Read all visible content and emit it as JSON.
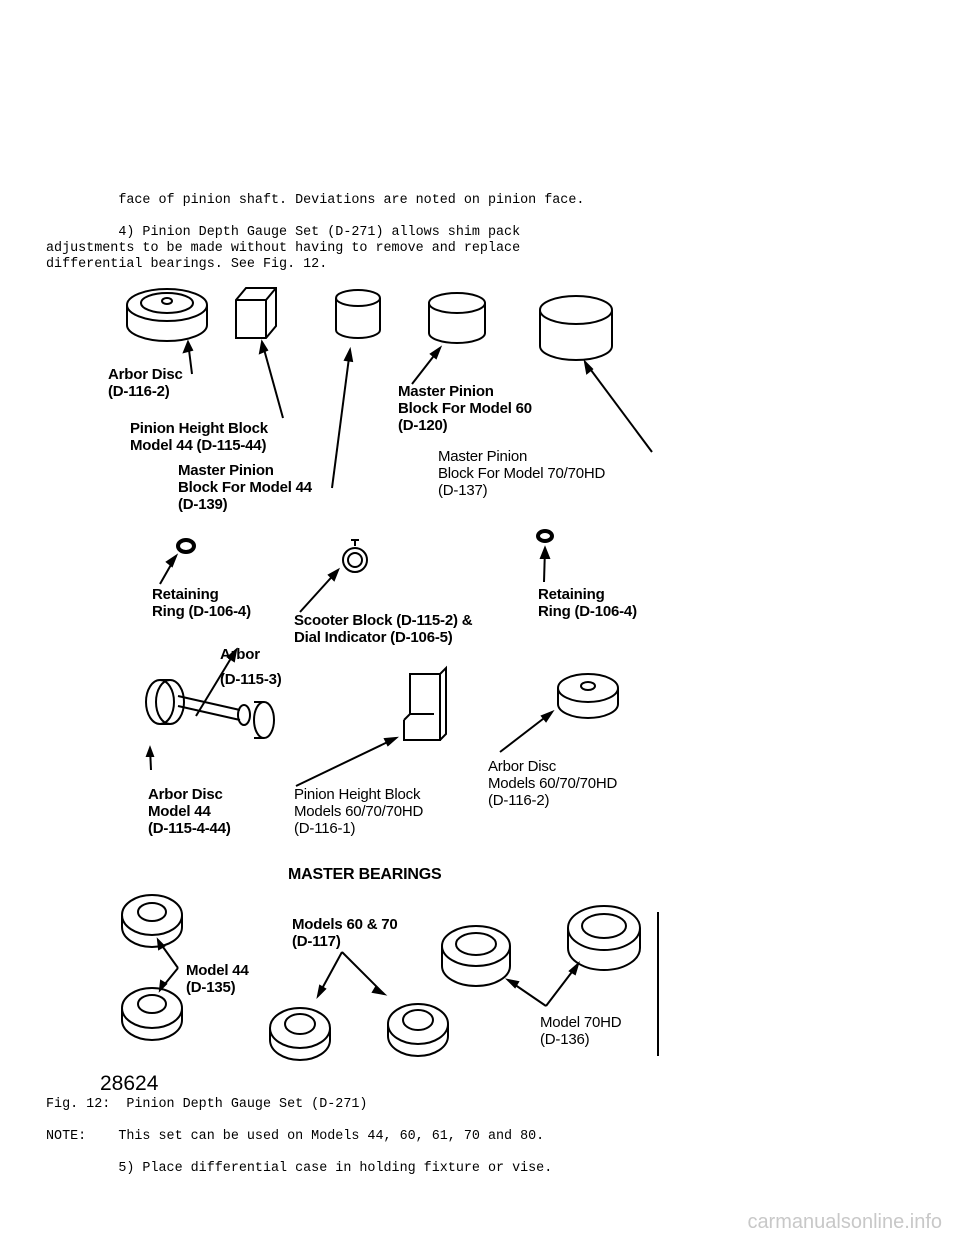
{
  "text": {
    "line1": "         face of pinion shaft. Deviations are noted on pinion face.",
    "line2": "         4) Pinion Depth Gauge Set (D-271) allows shim pack",
    "line3": "adjustments to be made without having to remove and replace",
    "line4": "differential bearings. See Fig. 12.",
    "caption": "Fig. 12:  Pinion Depth Gauge Set (D-271)",
    "note": "NOTE:    This set can be used on Models 44, 60, 61, 70 and 80.",
    "step5": "         5) Place differential case in holding fixture or vise."
  },
  "figure": {
    "labels": {
      "arbor_disc_top_1": "Arbor Disc",
      "arbor_disc_top_2": "(D-116-2)",
      "phb44_1": "Pinion Height Block",
      "phb44_2": "Model 44 (D-115-44)",
      "mpb44_1": "Master Pinion",
      "mpb44_2": "Block For Model 44",
      "mpb44_3": "(D-139)",
      "mpb60_1": "Master Pinion",
      "mpb60_2": "Block For Model 60",
      "mpb60_3": "(D-120)",
      "mpb70_1": "Master Pinion",
      "mpb70_2": "Block For Model 70/70HD",
      "mpb70_3": "(D-137)",
      "ring_left_1": "Retaining",
      "ring_left_2": "Ring (D-106-4)",
      "scooter_1": "Scooter Block (D-115-2) &",
      "scooter_2": "Dial Indicator (D-106-5)",
      "ring_right_1": "Retaining",
      "ring_right_2": "Ring (D-106-4)",
      "arbor_1": "Arbor",
      "arbor_2": "(D-115-3)",
      "arbor_disc44_1": "Arbor Disc",
      "arbor_disc44_2": "Model 44",
      "arbor_disc44_3": "(D-115-4-44)",
      "phb60_1": "Pinion Height Block",
      "phb60_2": "Models 60/70/70HD",
      "phb60_3": "(D-116-1)",
      "arbor_disc60_1": "Arbor Disc",
      "arbor_disc60_2": "Models 60/70/70HD",
      "arbor_disc60_3": "(D-116-2)",
      "master_bearings": "MASTER BEARINGS",
      "m44_1": "Model 44",
      "m44_2": "(D-135)",
      "m6070_1": "Models 60 & 70",
      "m6070_2": "(D-117)",
      "m70hd_1": "Model 70HD",
      "m70hd_2": "(D-136)"
    },
    "number": "28624"
  },
  "watermark": "carmanualsonline.info"
}
